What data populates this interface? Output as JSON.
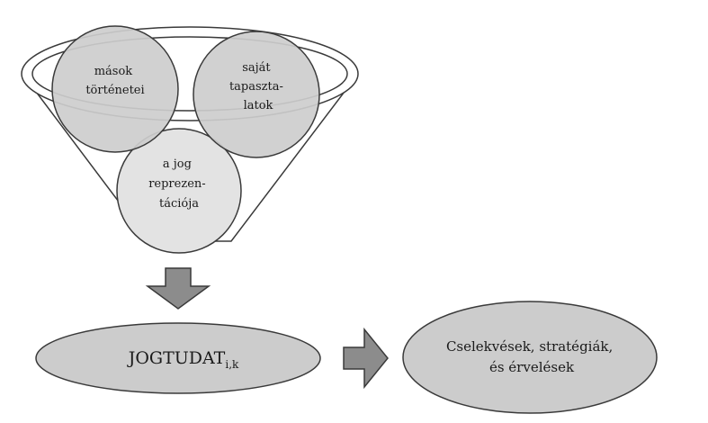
{
  "diagram": {
    "funnel_sources": [
      {
        "id": "masok",
        "lines": [
          "mások",
          "történetei"
        ]
      },
      {
        "id": "sajat",
        "lines": [
          "saját",
          "tapaszta-",
          "latok"
        ]
      },
      {
        "id": "jog",
        "lines": [
          "a jog",
          "reprezen-",
          "tációja"
        ]
      }
    ],
    "result": {
      "main": "JOGTUDAT",
      "subscript": "i,k"
    },
    "outcome": {
      "lines": [
        "Cselekvések, stratégiák,",
        "és érvelések"
      ]
    },
    "colors": {
      "circle_fill": "#cdcdcd",
      "circle_fill_light": "#e3e3e3",
      "ellipse_fill": "#cccccc",
      "arrow_fill": "#8c8c8c",
      "stroke": "#3a3a3a"
    }
  }
}
